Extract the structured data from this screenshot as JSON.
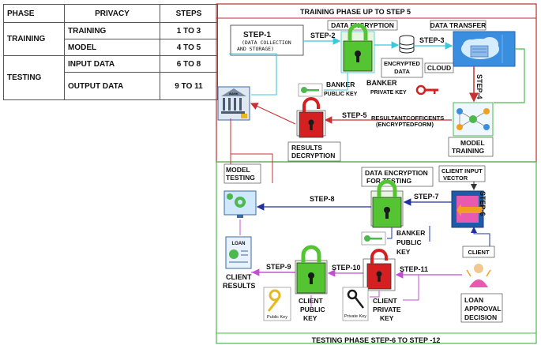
{
  "table": {
    "headers": [
      "PHASE",
      "PRIVACY",
      "STEPS"
    ],
    "rows": [
      {
        "phase": "TRAINING",
        "privacy": "TRAINING",
        "steps": "1 TO 3"
      },
      {
        "phase": "",
        "privacy": "MODEL",
        "steps": "4 TO 5"
      },
      {
        "phase": "TESTING",
        "privacy": "INPUT DATA",
        "steps": "6 TO 8"
      },
      {
        "phase": "",
        "privacy": "OUTPUT DATA",
        "steps": "9 TO 11"
      }
    ]
  },
  "training_title": "TRAINING PHASE UP TO STEP 5",
  "testing_title": "TESTING PHASE STEP-6 TO STEP -12",
  "step1": {
    "title": "STEP-1",
    "line1": "(DATA COLLECTION",
    "line2": "AND STORAGE)"
  },
  "steps": {
    "s2": "STEP-2",
    "s3": "STEP-3",
    "s4": "STEP-4",
    "s5": "STEP-5",
    "s6": "STEP-6",
    "s7": "STEP-7",
    "s8": "STEP-8",
    "s9": "STEP-9",
    "s10": "STEP-10",
    "s11": "STEP-11"
  },
  "labels": {
    "data_encryption": "DATA ENCRYPTION",
    "data_transfer": "DATA TRANSFER",
    "encrypted_data_1": "ENCRYPTED",
    "encrypted_data_2": "DATA",
    "cloud": "CLOUD",
    "banker_public_1": "BANKER",
    "banker_public_2": "PUBLIC KEY",
    "banker_private_1": "BANKER",
    "banker_private_2": "PRIVATE KEY",
    "coeff_1": "RESULTANTCOFFICENTS",
    "coeff_2": "(ENCRYPTEDFORM)",
    "model_training_1": "MODEL",
    "model_training_2": "TRAINING",
    "results_decryption_1": "RESULTS",
    "results_decryption_2": "DECRYPTION",
    "model_testing_1": "MODEL",
    "model_testing_2": "TESTING",
    "enc_testing_1": "DATA ENCRYPTION",
    "enc_testing_2": "FOR TESTING",
    "client_input_1": "CLIENT INPUT",
    "client_input_2": "VECTOR",
    "banker_pk2_1": "BANKER",
    "banker_pk2_2": "PUBLIC",
    "banker_pk2_3": "KEY",
    "client": "CLIENT",
    "loan_1": "LOAN",
    "loan_2": "APPROVAL",
    "loan_3": "DECISION",
    "client_results_1": "CLIENT",
    "client_results_2": "RESULTS",
    "client_public_1": "CLIENT",
    "client_public_2": "PUBLIC",
    "client_public_3": "KEY",
    "client_private_1": "CLIENT",
    "client_private_2": "PRIVATE",
    "client_private_3": "KEY",
    "public_key_card": "Public Key",
    "private_key_card": "Private Key",
    "bank": "BANK",
    "loan_doc": "LOAN"
  },
  "colors": {
    "frame_red": "#b82e2e",
    "frame_green": "#4db84d",
    "lock_green": "#55c433",
    "lock_red": "#d42020",
    "arrow_red": "#c83232",
    "arrow_cyan": "#3cc8d8",
    "arrow_blue": "#2030a0",
    "arrow_purple": "#c050d0",
    "cloud_blue": "#3a8ee0"
  },
  "icons": [
    "bank-icon",
    "lock-icon",
    "database-icon",
    "cloud-server-icon",
    "neural-network-icon",
    "key-icon",
    "monitor-gear-icon",
    "hand-click-icon",
    "loan-document-icon",
    "person-icon"
  ]
}
